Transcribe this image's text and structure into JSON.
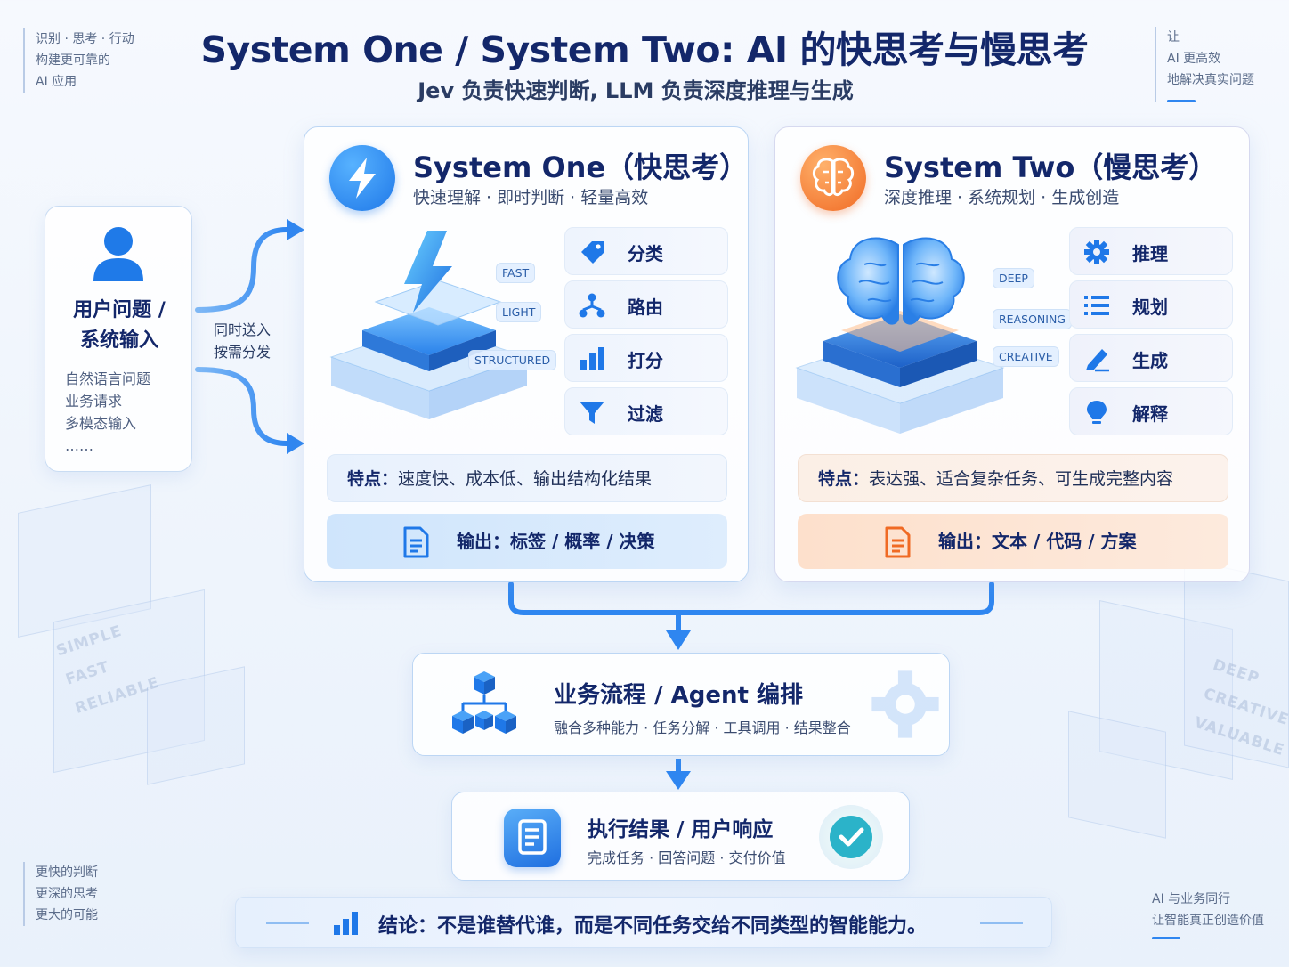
{
  "header": {
    "title": "System One / System Two: AI 的快思考与慢思考",
    "subtitle": "Jev 负责快速判断, LLM 负责深度推理与生成"
  },
  "corners": {
    "top_left": [
      "识别 · 思考 · 行动",
      "构建更可靠的",
      "AI 应用"
    ],
    "top_right": [
      "让",
      "AI 更高效",
      "地解决真实问题"
    ],
    "bottom_left": [
      "更快的判断",
      "更深的思考",
      "更大的可能"
    ],
    "bottom_right": [
      "AI 与业务同行",
      "让智能真正创造价值"
    ]
  },
  "background_words": {
    "left": [
      "SIMPLE",
      "FAST",
      "RELIABLE"
    ],
    "right": [
      "DEEP",
      "CREATIVE",
      "VALUABLE"
    ]
  },
  "input": {
    "title_line1": "用户问题 /",
    "title_line2": "系统输入",
    "items": [
      "自然语言问题",
      "业务请求",
      "多模态输入",
      "……"
    ],
    "icon": "user-icon",
    "send_label_line1": "同时送入",
    "send_label_line2": "按需分发"
  },
  "system_one": {
    "title": "System One（快思考）",
    "subtitle": "快速理解 · 即时判断 · 轻量高效",
    "badge_icon": "lightning-icon",
    "tags": [
      "FAST",
      "LIGHT",
      "STRUCTURED"
    ],
    "functions": [
      {
        "label": "分类",
        "icon": "tag-icon"
      },
      {
        "label": "路由",
        "icon": "route-icon"
      },
      {
        "label": "打分",
        "icon": "bar-chart-icon"
      },
      {
        "label": "过滤",
        "icon": "filter-icon"
      }
    ],
    "feature_label": "特点：",
    "feature_text": "速度快、成本低、输出结构化结果",
    "output": "输出：标签 / 概率 / 决策",
    "accent": "#1f78e8"
  },
  "system_two": {
    "title": "System Two（慢思考）",
    "subtitle": "深度推理 · 系统规划 · 生成创造",
    "badge_icon": "brain-icon",
    "tags": [
      "DEEP",
      "REASONING",
      "CREATIVE"
    ],
    "functions": [
      {
        "label": "推理",
        "icon": "gear-icon"
      },
      {
        "label": "规划",
        "icon": "list-icon"
      },
      {
        "label": "生成",
        "icon": "pen-icon"
      },
      {
        "label": "解释",
        "icon": "lightbulb-icon"
      }
    ],
    "feature_label": "特点：",
    "feature_text": "表达强、适合复杂任务、可生成完整内容",
    "output": "输出：文本 / 代码 / 方案",
    "accent": "#f06a24"
  },
  "orchestration": {
    "title": "业务流程 / Agent 编排",
    "subtitle": "融合多种能力 · 任务分解 · 工具调用 · 结果整合",
    "icon": "hierarchy-cubes-icon"
  },
  "result": {
    "title": "执行结果 / 用户响应",
    "subtitle": "完成任务 · 回答问题 · 交付价值",
    "icon": "document-icon",
    "check_icon": "check-circle-icon"
  },
  "conclusion": {
    "text": "结论：不是谁替代谁，而是不同任务交给不同类型的智能能力。",
    "icon": "bar-chart-icon"
  }
}
